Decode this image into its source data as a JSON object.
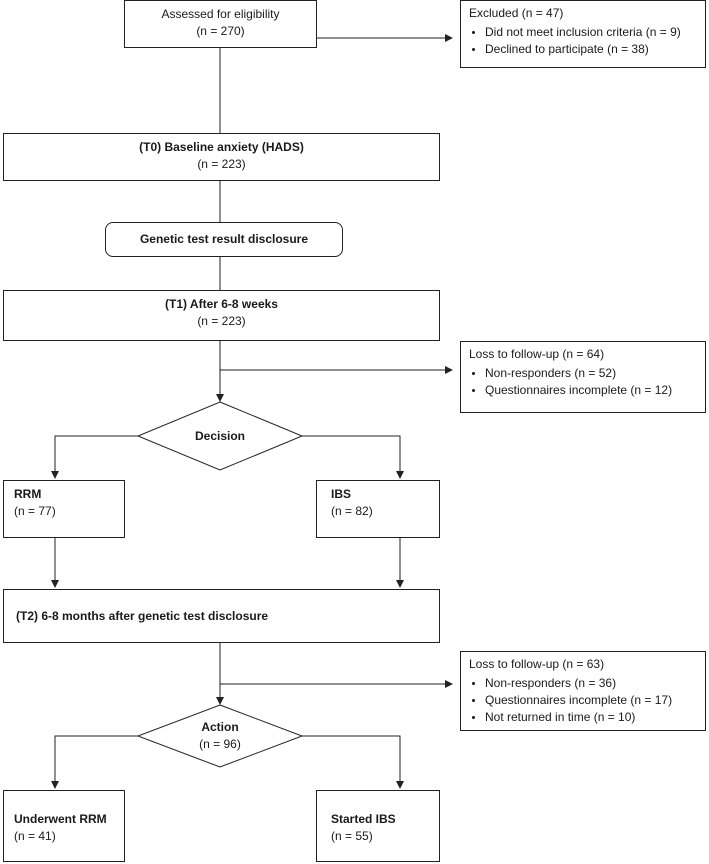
{
  "flow": {
    "assessed": {
      "title": "Assessed for eligibility",
      "n": "(n = 270)"
    },
    "excluded": {
      "title": "Excluded (n = 47)",
      "items": [
        "Did not meet inclusion criteria (n = 9)",
        "Declined to participate (n = 38)"
      ]
    },
    "t0": {
      "title": "(T0) Baseline anxiety (HADS)",
      "n": "(n = 223)"
    },
    "disclosure": {
      "title": "Genetic test result disclosure"
    },
    "t1": {
      "title": "(T1) After 6-8 weeks",
      "n": "(n = 223)"
    },
    "loss1": {
      "title": "Loss to follow-up (n = 64)",
      "items": [
        "Non-responders (n = 52)",
        "Questionnaires incomplete  (n = 12)"
      ]
    },
    "decision": {
      "title": "Decision"
    },
    "rrm": {
      "title": "RRM",
      "n": "(n = 77)"
    },
    "ibs": {
      "title": "IBS",
      "n": "(n = 82)"
    },
    "t2": {
      "title": "(T2) 6-8 months after genetic test disclosure"
    },
    "loss2": {
      "title": "Loss to follow-up (n = 63)",
      "items": [
        "Non-responders (n = 36)",
        "Questionnaires incomplete (n = 17)",
        "Not returned in time (n = 10)"
      ]
    },
    "action": {
      "title": "Action",
      "n": "(n = 96)"
    },
    "underwent": {
      "title": "Underwent RRM",
      "n": "(n = 41)"
    },
    "started": {
      "title": "Started IBS",
      "n": "(n = 55)"
    }
  }
}
